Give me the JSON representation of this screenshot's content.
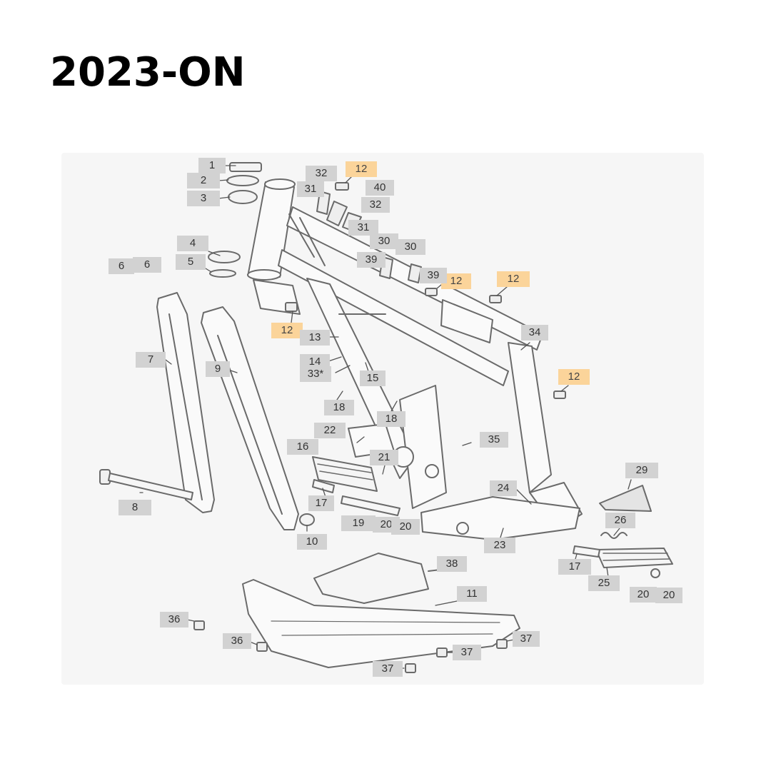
{
  "title": "2023-ON",
  "colors": {
    "background": "#ffffff",
    "diagram_panel": "#f6f6f6",
    "label_bg": "#d2d2d2",
    "highlight_label_bg": "#fbd49a",
    "line": "#6a6a6a"
  },
  "highlighted_part": "12",
  "callouts": [
    {
      "id": "c1",
      "label": "1",
      "highlighted": false
    },
    {
      "id": "c2",
      "label": "2",
      "highlighted": false
    },
    {
      "id": "c3",
      "label": "3",
      "highlighted": false
    },
    {
      "id": "c4",
      "label": "4",
      "highlighted": false
    },
    {
      "id": "c5",
      "label": "5",
      "highlighted": false
    },
    {
      "id": "c6a",
      "label": "6",
      "highlighted": false
    },
    {
      "id": "c6b",
      "label": "6",
      "highlighted": false
    },
    {
      "id": "c7",
      "label": "7",
      "highlighted": false
    },
    {
      "id": "c8",
      "label": "8",
      "highlighted": false
    },
    {
      "id": "c9",
      "label": "9",
      "highlighted": false
    },
    {
      "id": "c10",
      "label": "10",
      "highlighted": false
    },
    {
      "id": "c11",
      "label": "11",
      "highlighted": false
    },
    {
      "id": "c12a",
      "label": "12",
      "highlighted": true
    },
    {
      "id": "c12b",
      "label": "12",
      "highlighted": true
    },
    {
      "id": "c12c",
      "label": "12",
      "highlighted": true
    },
    {
      "id": "c12d",
      "label": "12",
      "highlighted": true
    },
    {
      "id": "c12e",
      "label": "12",
      "highlighted": true
    },
    {
      "id": "c13",
      "label": "13",
      "highlighted": false
    },
    {
      "id": "c14",
      "label": "14",
      "highlighted": false
    },
    {
      "id": "c15",
      "label": "15",
      "highlighted": false
    },
    {
      "id": "c16",
      "label": "16",
      "highlighted": false
    },
    {
      "id": "c17a",
      "label": "17",
      "highlighted": false
    },
    {
      "id": "c17b",
      "label": "17",
      "highlighted": false
    },
    {
      "id": "c18a",
      "label": "18",
      "highlighted": false
    },
    {
      "id": "c18b",
      "label": "18",
      "highlighted": false
    },
    {
      "id": "c19",
      "label": "19",
      "highlighted": false
    },
    {
      "id": "c20a",
      "label": "20",
      "highlighted": false
    },
    {
      "id": "c20b",
      "label": "20",
      "highlighted": false
    },
    {
      "id": "c20c",
      "label": "20",
      "highlighted": false
    },
    {
      "id": "c20d",
      "label": "20",
      "highlighted": false
    },
    {
      "id": "c21",
      "label": "21",
      "highlighted": false
    },
    {
      "id": "c22",
      "label": "22",
      "highlighted": false
    },
    {
      "id": "c23",
      "label": "23",
      "highlighted": false
    },
    {
      "id": "c24",
      "label": "24",
      "highlighted": false
    },
    {
      "id": "c25",
      "label": "25",
      "highlighted": false
    },
    {
      "id": "c26",
      "label": "26",
      "highlighted": false
    },
    {
      "id": "c29",
      "label": "29",
      "highlighted": false
    },
    {
      "id": "c30a",
      "label": "30",
      "highlighted": false
    },
    {
      "id": "c30b",
      "label": "30",
      "highlighted": false
    },
    {
      "id": "c31a",
      "label": "31",
      "highlighted": false
    },
    {
      "id": "c31b",
      "label": "31",
      "highlighted": false
    },
    {
      "id": "c32a",
      "label": "32",
      "highlighted": false
    },
    {
      "id": "c32b",
      "label": "32",
      "highlighted": false
    },
    {
      "id": "c33",
      "label": "33*",
      "highlighted": false
    },
    {
      "id": "c34",
      "label": "34",
      "highlighted": false
    },
    {
      "id": "c35",
      "label": "35",
      "highlighted": false
    },
    {
      "id": "c36a",
      "label": "36",
      "highlighted": false
    },
    {
      "id": "c36b",
      "label": "36",
      "highlighted": false
    },
    {
      "id": "c37a",
      "label": "37",
      "highlighted": false
    },
    {
      "id": "c37b",
      "label": "37",
      "highlighted": false
    },
    {
      "id": "c37c",
      "label": "37",
      "highlighted": false
    },
    {
      "id": "c38",
      "label": "38",
      "highlighted": false
    },
    {
      "id": "c39a",
      "label": "39",
      "highlighted": false
    },
    {
      "id": "c39b",
      "label": "39",
      "highlighted": false
    },
    {
      "id": "c40",
      "label": "40",
      "highlighted": false
    }
  ]
}
